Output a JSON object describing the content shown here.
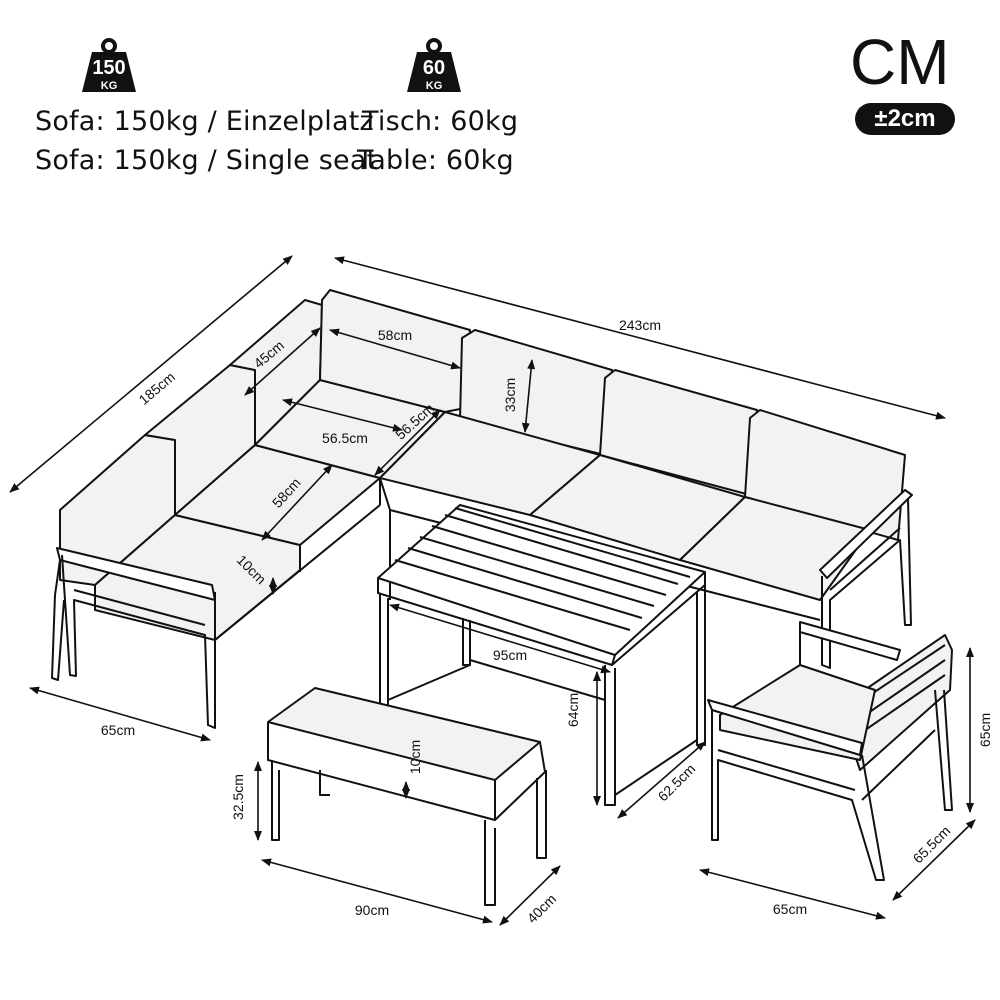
{
  "weights": {
    "sofa_badge": {
      "number": "150",
      "unit": "KG"
    },
    "table_badge": {
      "number": "60",
      "unit": "KG"
    },
    "sofa_de": "Sofa: 150kg / Einzelplatz",
    "table_de": "Tisch: 60kg",
    "sofa_en": "Sofa: 150kg / Single seat",
    "table_en": "Table: 60kg"
  },
  "units": {
    "label": "CM",
    "tolerance": "±2cm"
  },
  "dimensions": {
    "sofa_side_length": "185cm",
    "sofa_long_length": "243cm",
    "backrest_width": "58cm",
    "backrest_depth": "45cm",
    "backrest_height": "33cm",
    "corner_width": "56.5cm",
    "corner_depth": "56.5cm",
    "seat_depth": "58cm",
    "cushion_thickness": "10cm",
    "sofa_end_depth": "65cm",
    "table_length": "95cm",
    "table_height": "64cm",
    "table_width": "62.5cm",
    "bench_cushion": "10cm",
    "bench_height": "32.5cm",
    "bench_length": "90cm",
    "bench_depth": "40cm",
    "chair_height": "65cm",
    "chair_depth": "65.5cm",
    "chair_width": "65cm"
  },
  "colors": {
    "ink": "#111111",
    "cushion": "#f2f2f2",
    "frame": "#ffffff"
  }
}
